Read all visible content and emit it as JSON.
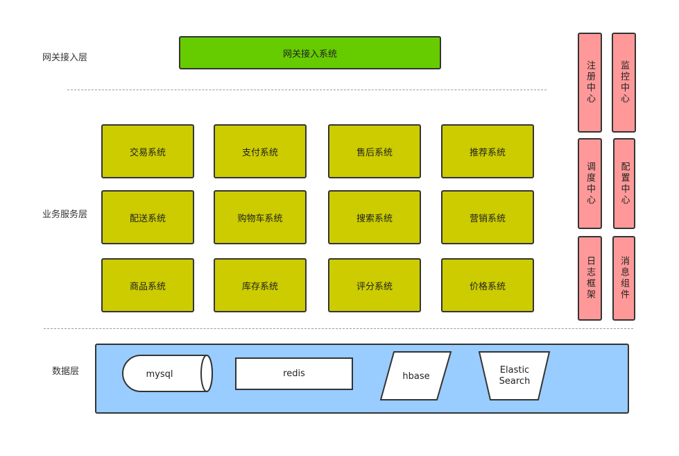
{
  "layers": {
    "gateway_label": "网关接入层",
    "business_label": "业务服务层",
    "data_label": "数据层"
  },
  "gateway": {
    "label": "网关接入系统"
  },
  "business": {
    "items": [
      "交易系统",
      "支付系统",
      "售后系统",
      "推荐系统",
      "配送系统",
      "购物车系统",
      "搜索系统",
      "营销系统",
      "商品系统",
      "库存系统",
      "评分系统",
      "价格系统"
    ]
  },
  "side": {
    "items": [
      "注册中心",
      "监控中心",
      "调度中心",
      "配置中心",
      "日志框架",
      "消息组件"
    ]
  },
  "data": {
    "items": [
      "mysql",
      "redis",
      "hbase",
      "Elastic\nSearch"
    ]
  },
  "colors": {
    "gateway": "#66cc00",
    "business": "#cccc00",
    "side": "#ff9999",
    "data_panel": "#99ccff"
  }
}
